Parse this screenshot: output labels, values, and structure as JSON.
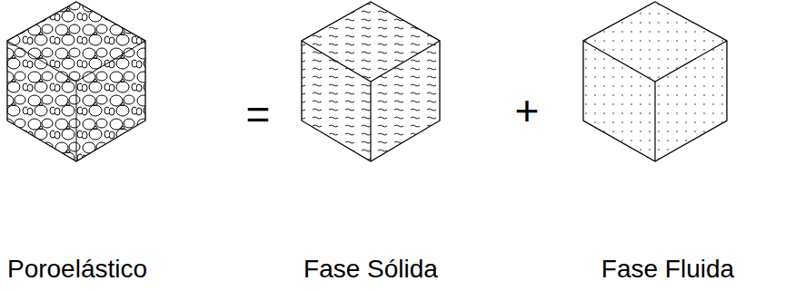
{
  "diagram": {
    "labels": [
      "Poroelástico",
      "=",
      "Fase Sólida",
      "+",
      "Fase Fluida"
    ]
  }
}
